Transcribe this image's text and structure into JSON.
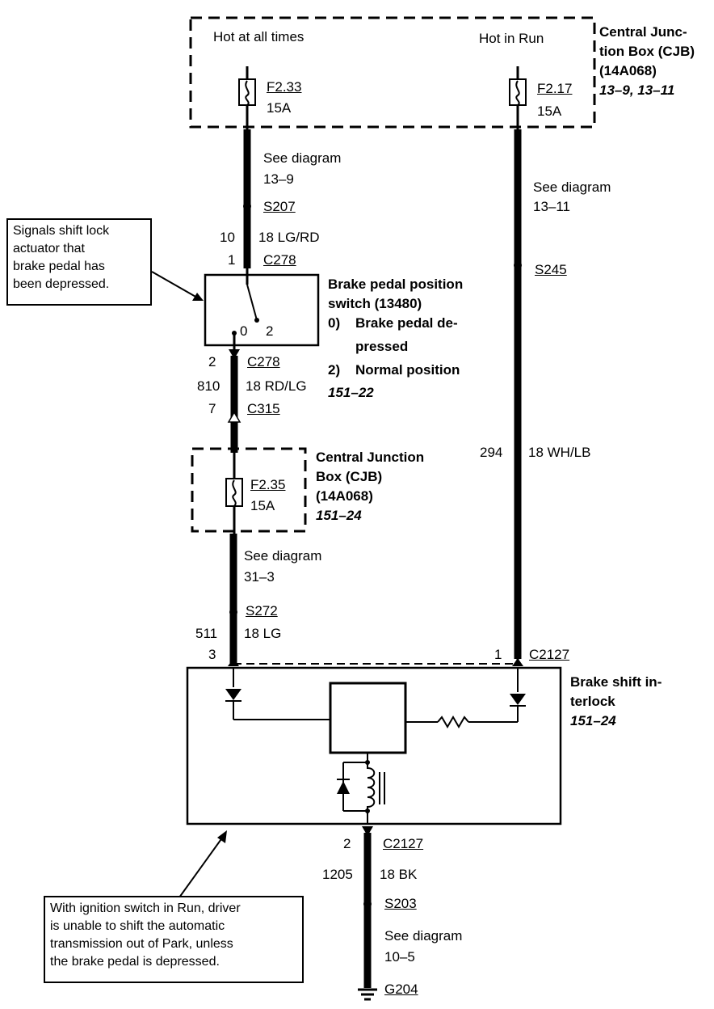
{
  "cjb_top": {
    "title_lines": [
      "Central Junc-",
      "tion Box (CJB)",
      "(14A068)"
    ],
    "refs": "13–9, 13–11",
    "left_label": "Hot at all times",
    "right_label": "Hot in Run",
    "fuse_left": {
      "id": "F2.33",
      "rating": "15A"
    },
    "fuse_right": {
      "id": "F2.17",
      "rating": "15A"
    }
  },
  "left_circuit": {
    "see_diagram_1": [
      "See diagram",
      "13–9"
    ],
    "splice_1": "S207",
    "wire_1": {
      "circuit": "10",
      "spec": "18 LG/RD"
    },
    "conn_in": {
      "pin": "1",
      "id": "C278"
    },
    "conn_out": {
      "pin": "2",
      "id": "C278"
    },
    "wire_2": {
      "circuit": "810",
      "spec": "18 RD/LG"
    },
    "conn_c315": {
      "pin": "7",
      "id": "C315"
    },
    "see_diagram_2": [
      "See diagram",
      "31–3"
    ],
    "splice_2": "S272",
    "wire_3": {
      "circuit": "511",
      "spec": "18 LG"
    },
    "conn_module_pin": "3"
  },
  "right_circuit": {
    "see_diagram": [
      "See diagram",
      "13–11"
    ],
    "splice": "S245",
    "wire": {
      "circuit": "294",
      "spec": "18 WH/LB"
    },
    "conn": {
      "pin": "1",
      "id": "C2127"
    }
  },
  "switch": {
    "title_lines": [
      "Brake pedal position",
      "switch (13480)"
    ],
    "positions": [
      {
        "num": "0)",
        "lines": [
          "Brake pedal de-",
          "pressed"
        ]
      },
      {
        "num": "2)",
        "lines": [
          "Normal position"
        ]
      }
    ],
    "ref": "151–22",
    "contact_labels": [
      "0",
      "2"
    ]
  },
  "cjb_mid": {
    "title_lines": [
      "Central Junction",
      "Box (CJB)",
      "(14A068)"
    ],
    "ref": "151–24",
    "fuse": {
      "id": "F2.35",
      "rating": "15A"
    }
  },
  "module": {
    "title_lines": [
      "Brake shift in-",
      "terlock"
    ],
    "ref": "151–24"
  },
  "ground_circuit": {
    "conn": {
      "pin": "2",
      "id": "C2127"
    },
    "wire": {
      "circuit": "1205",
      "spec": "18 BK"
    },
    "splice": "S203",
    "see_diagram": [
      "See diagram",
      "10–5"
    ],
    "ground": "G204"
  },
  "notes": {
    "shift_lock": [
      "Signals shift lock",
      "actuator that",
      "brake pedal has",
      "been depressed."
    ],
    "ignition": [
      "With ignition switch in Run, driver",
      "is unable to shift the automatic",
      "transmission out of Park, unless",
      "the brake pedal is depressed."
    ]
  }
}
